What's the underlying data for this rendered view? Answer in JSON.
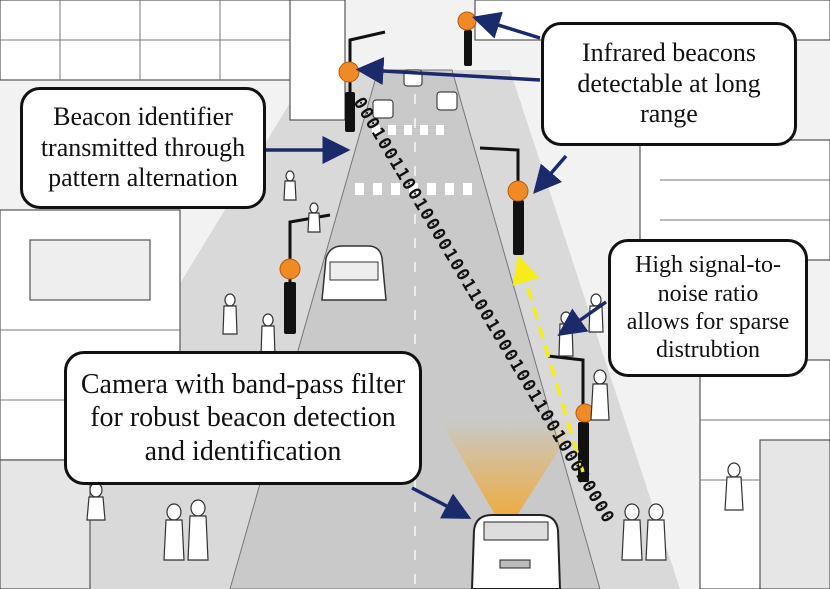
{
  "callouts": {
    "infrared": "Infrared beacons\ndetectable at long\nrange",
    "identifier": "Beacon identifier\ntransmitted through\npattern alternation",
    "snr": "High signal-to-\nnoise ratio\nallows for sparse\ndistrubtion",
    "camera": "Camera with band-pass filter\nfor robust beacon detection\nand identification"
  },
  "bit_sequence": "000100110010000100110010001001100100010000",
  "colors": {
    "beacon": "#f08a24",
    "arrow": "#1a2a6b",
    "signal_path": "#f5ec1a",
    "camera_glow": "#f5a623",
    "road": "#cfcfcf",
    "building": "#ffffff",
    "outline": "#111111"
  },
  "icons": [
    "beacon-light-icon",
    "street-lamp-icon",
    "car-icon",
    "pedestrian-icon",
    "building-icon"
  ]
}
